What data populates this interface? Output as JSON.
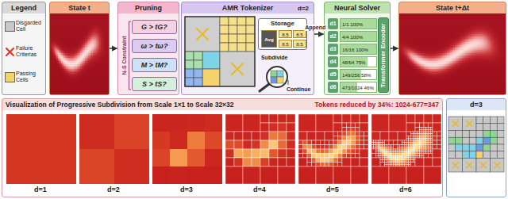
{
  "diagram": {
    "nodes": [
      {
        "text": [
          "Legend"
        ]
      },
      {
        "text": [
          "State t"
        ]
      },
      {
        "text": [
          "Pruning"
        ]
      },
      {
        "text": [
          "G > tG?"
        ],
        "in": 2
      },
      {
        "text": [
          "ω > tω?"
        ],
        "in": 2
      },
      {
        "text": [
          "M > tM?"
        ],
        "in": 2
      },
      {
        "text": [
          "S > tS?"
        ],
        "in": 2
      },
      {
        "text": [
          "AMR Tokenizer"
        ]
      },
      {
        "text": [
          "Storage"
        ],
        "in": 7
      },
      {
        "text": [
          "Neural Solver"
        ]
      },
      {
        "text": [
          "d1",
          "1/1 100%"
        ],
        "in": 9
      },
      {
        "text": [
          "d2",
          "4/4 100%"
        ],
        "in": 9
      },
      {
        "text": [
          "d3",
          "16/16 100%"
        ],
        "in": 9
      },
      {
        "text": [
          "d4",
          "48/64 75%"
        ],
        "in": 9
      },
      {
        "text": [
          "d5",
          "149/256 58%"
        ],
        "in": 9
      },
      {
        "text": [
          "d6",
          "473/1024 46%"
        ],
        "in": 9
      },
      {
        "text": [
          "Transformer Encoder"
        ],
        "in": 9
      },
      {
        "text": [
          "State t+Δt"
        ]
      },
      {
        "text": [
          "Visualization of Progressive Subdivision from Scale 1×1 to Scale 32×32",
          "Tokens reduced by 34%: 1024-677=347"
        ]
      },
      {
        "text": [
          "d=1"
        ],
        "in": 18
      },
      {
        "text": [
          "d=2"
        ],
        "in": 18
      },
      {
        "text": [
          "d=3"
        ],
        "in": 18
      },
      {
        "text": [
          "d=4"
        ],
        "in": 18
      },
      {
        "text": [
          "d=5"
        ],
        "in": 18
      },
      {
        "text": [
          "d=6"
        ],
        "in": 18
      },
      {
        "text": [
          "d=3"
        ]
      }
    ],
    "edges": [
      {
        "from": 1,
        "to": 2,
        "arrow": "to"
      },
      {
        "from": 8,
        "to": 9,
        "label": "Append",
        "arrow": "to"
      },
      {
        "from": 9,
        "to": 17,
        "arrow": "to"
      }
    ],
    "labels": [
      "N-S Constraint",
      "d=2",
      "Avg",
      "8.5",
      "8.5",
      "8.5",
      "8.5",
      "Subdivide",
      "Continue"
    ],
    "legend": [
      {
        "text": "Disgarded Cell",
        "color": "#c8c8c8"
      },
      {
        "text": "Failure Criterias"
      },
      {
        "text": "Passing Cells",
        "color": "#f5d36b"
      }
    ]
  }
}
